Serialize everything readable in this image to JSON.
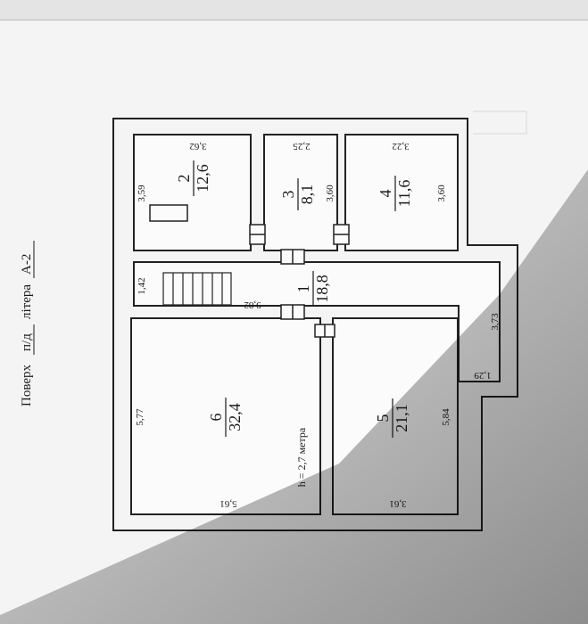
{
  "caption": {
    "prefix": "Поверх",
    "floor": "п/д",
    "mid": "літера",
    "letter": "А-2"
  },
  "ceiling_height": "h = 2,7 метра",
  "rooms": [
    {
      "num": "1",
      "area": "18,8"
    },
    {
      "num": "2",
      "area": "12,6"
    },
    {
      "num": "3",
      "area": "8,1"
    },
    {
      "num": "4",
      "area": "11,6"
    },
    {
      "num": "5",
      "area": "21,1"
    },
    {
      "num": "6",
      "area": "32,4"
    }
  ],
  "dimensions": {
    "r2_side": "3,59",
    "r2_top": "3,62",
    "r3_side": "3,60",
    "r3_top": "2,25",
    "r4_side": "3,60",
    "r4_top": "3,22",
    "r1_side": "1,42",
    "r1_len": "9,82",
    "r6_side": "5,77",
    "r6_bottom": "5,61",
    "r5_side": "5,84",
    "r5_bottom": "3,61",
    "stair_side": "3,73",
    "stair_top": "1,29"
  }
}
